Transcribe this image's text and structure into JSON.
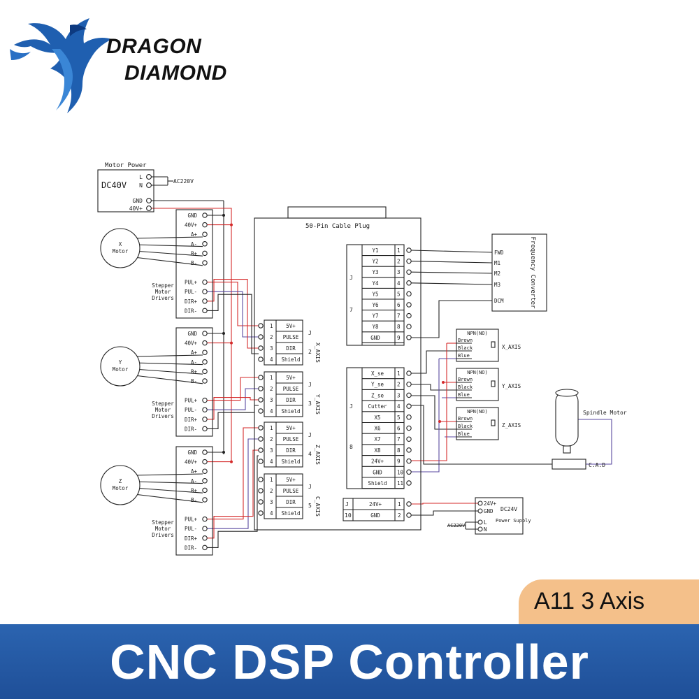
{
  "brand": {
    "line1": "DRAGON",
    "line2": "DIAMOND"
  },
  "model_label": "A11 3 Axis",
  "banner_title": "CNC DSP Controller",
  "colors": {
    "logo_blue": "#1f5fb0",
    "banner_blue": "#2558a6",
    "tag_orange": "#f4c08a",
    "wire_red": "#d42a2a",
    "wire_purple": "#5a4aa0",
    "wire_dark": "#222222"
  },
  "motor_power": {
    "title": "Motor Power",
    "voltage": "DC40V",
    "pins": [
      "L",
      "N",
      "GND",
      "40V+"
    ],
    "ac_label": "AC220V"
  },
  "motors": [
    "X\nMotor",
    "Y\nMotor",
    "Z\nMotor"
  ],
  "driver_pins": [
    "GND",
    "40V+",
    "A+",
    "A-",
    "B+",
    "B-",
    "PUL+",
    "PUL-",
    "DIR+",
    "DIR-"
  ],
  "driver_label": "Stepper\nMotor\nDrivers",
  "controller_label": "50-Pin Cable Plug",
  "axis_blocks": [
    {
      "name": "X_AXIS",
      "num": "2"
    },
    {
      "name": "Y_AXIS",
      "num": "3"
    },
    {
      "name": "Z_AXIS",
      "num": "4"
    },
    {
      "name": "C_AXIS",
      "num": "5"
    }
  ],
  "axis_pins": [
    "5V+",
    "PULSE",
    "DIR",
    "Shield"
  ],
  "connector_j": "J",
  "block7": {
    "num": "7",
    "pins": [
      "Y1",
      "Y2",
      "Y3",
      "Y4",
      "Y5",
      "Y6",
      "Y7",
      "Y8",
      "GND"
    ]
  },
  "block8": {
    "num": "8",
    "pins": [
      "X_se",
      "Y_se",
      "Z_se",
      "Cutter",
      "X5",
      "X6",
      "X7",
      "X8",
      "24V+",
      "GND",
      "Shield"
    ]
  },
  "block10": {
    "num": "10",
    "pins": [
      "24V+",
      "GND"
    ]
  },
  "freq_converter": {
    "title": "Frequency Converter",
    "pins": [
      "FWD",
      "M1",
      "M2",
      "M3",
      "DCM"
    ]
  },
  "sensors": [
    {
      "type": "NPN(NO)",
      "wires": [
        "Brown",
        "Black",
        "Blue"
      ],
      "axis": "X_AXIS"
    },
    {
      "type": "NPN(NO)",
      "wires": [
        "Brown",
        "Black",
        "Blue"
      ],
      "axis": "Y_AXIS"
    },
    {
      "type": "NPN(NO)",
      "wires": [
        "Brown",
        "Black",
        "Blue"
      ],
      "axis": "Z_AXIS"
    }
  ],
  "spindle": {
    "label": "Spindle Motor",
    "cad": "C.A.D"
  },
  "power_supply": {
    "pins": [
      "24V+",
      "GND",
      "L",
      "N"
    ],
    "title": "DC24V",
    "subtitle": "Power Supply",
    "ac_label": "AC220V"
  }
}
